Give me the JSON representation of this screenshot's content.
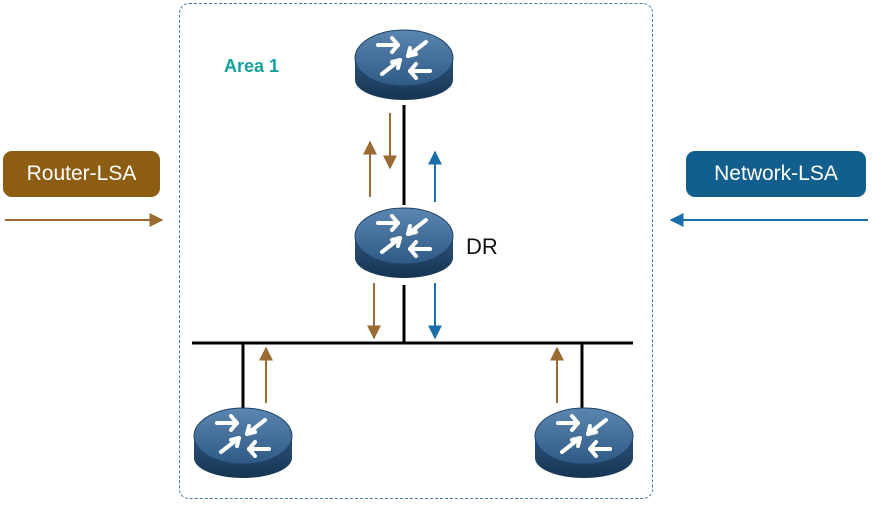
{
  "area": {
    "label": "Area 1"
  },
  "dr": {
    "label": "DR"
  },
  "legend": {
    "router_lsa": {
      "label": "Router-LSA",
      "color": "#8c5d12"
    },
    "network_lsa": {
      "label": "Network-LSA",
      "color": "#125f8d"
    }
  },
  "colors": {
    "router_lsa_arrow": "#9a6b33",
    "network_lsa_arrow": "#1a6fa8",
    "link": "#000000",
    "router_body": "#3a6590",
    "area_border": "#4a7aa0",
    "area_label": "#13a19b"
  },
  "routers": [
    {
      "name": "top-router",
      "icon": "router-icon"
    },
    {
      "name": "dr-router",
      "icon": "router-icon"
    },
    {
      "name": "bottom-left-router",
      "icon": "router-icon"
    },
    {
      "name": "bottom-right-router",
      "icon": "router-icon"
    }
  ]
}
